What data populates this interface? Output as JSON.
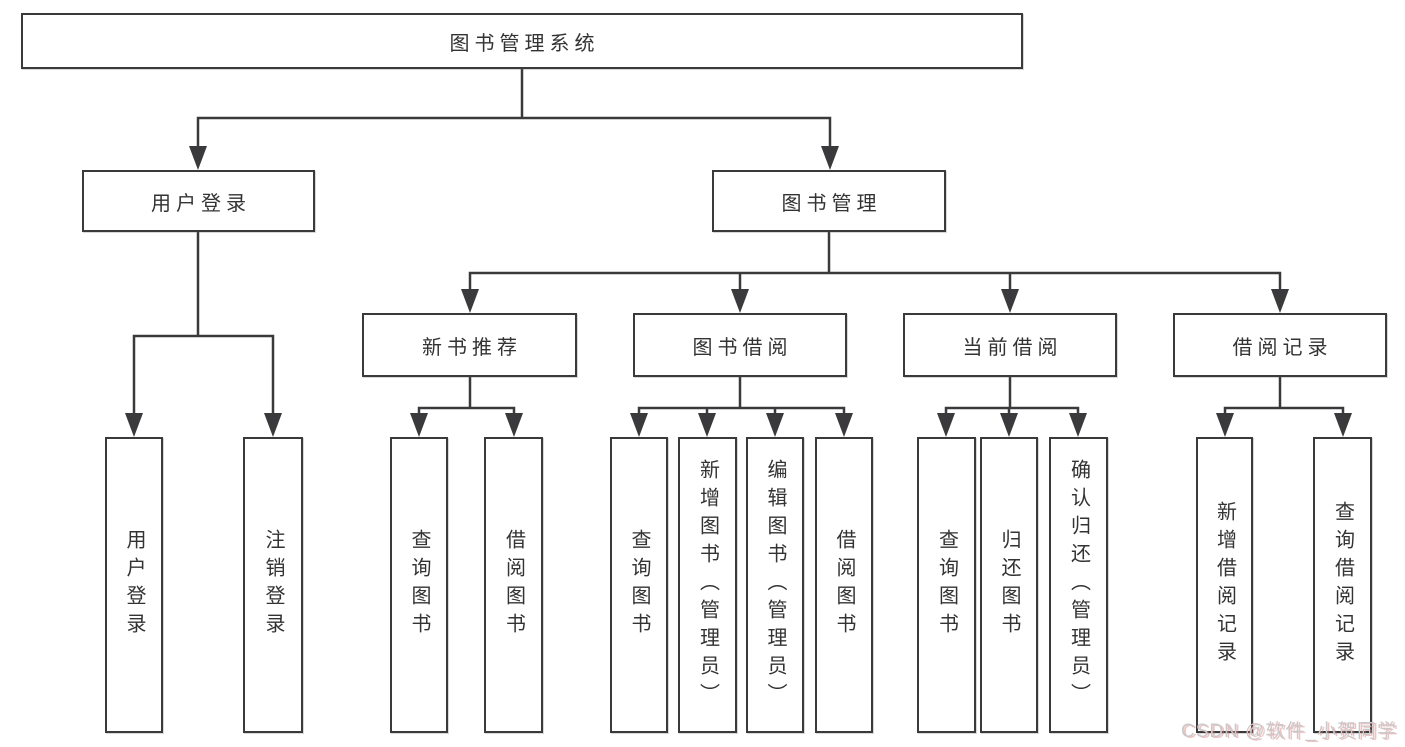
{
  "diagram": {
    "colors": {
      "line": "#3a3a3c",
      "text": "#333333",
      "watermark": "#c9c9cb",
      "background": "#ffffff"
    },
    "root": {
      "label": "图书管理系统"
    },
    "level1": [
      {
        "id": "user-login",
        "label": "用户登录"
      },
      {
        "id": "book-management",
        "label": "图书管理"
      }
    ],
    "level2": [
      {
        "id": "new-book-recommend",
        "label": "新书推荐"
      },
      {
        "id": "book-borrow",
        "label": "图书借阅"
      },
      {
        "id": "current-borrow",
        "label": "当前借阅"
      },
      {
        "id": "borrow-records",
        "label": "借阅记录"
      }
    ],
    "leaves": [
      {
        "label": "用户登录"
      },
      {
        "label": "注销登录"
      },
      {
        "label": "查询图书"
      },
      {
        "label": "借阅图书"
      },
      {
        "label": "查询图书"
      },
      {
        "label": "新增图书（管理员）"
      },
      {
        "label": "编辑图书（管理员）"
      },
      {
        "label": "借阅图书"
      },
      {
        "label": "查询图书"
      },
      {
        "label": "归还图书"
      },
      {
        "label": "确认归还（管理员）"
      },
      {
        "label": "新增借阅记录"
      },
      {
        "label": "查询借阅记录"
      }
    ],
    "watermark": "CSDN @软件_小贺同学"
  }
}
